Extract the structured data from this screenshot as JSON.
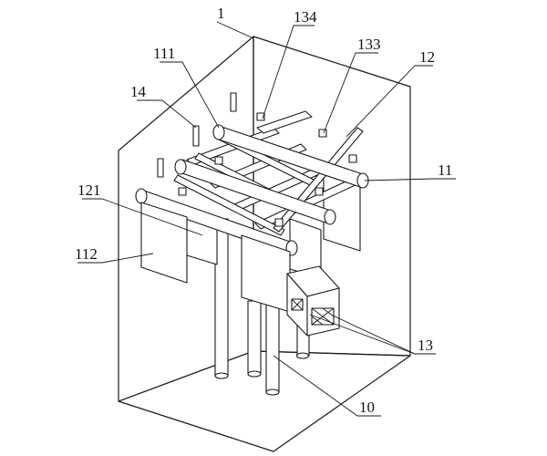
{
  "figure": {
    "labels": {
      "l1": "1",
      "l134": "134",
      "l133": "133",
      "l111": "111",
      "l12": "12",
      "l14": "14",
      "l11": "11",
      "l121": "121",
      "l112": "112",
      "l13": "13",
      "l10": "10"
    }
  }
}
